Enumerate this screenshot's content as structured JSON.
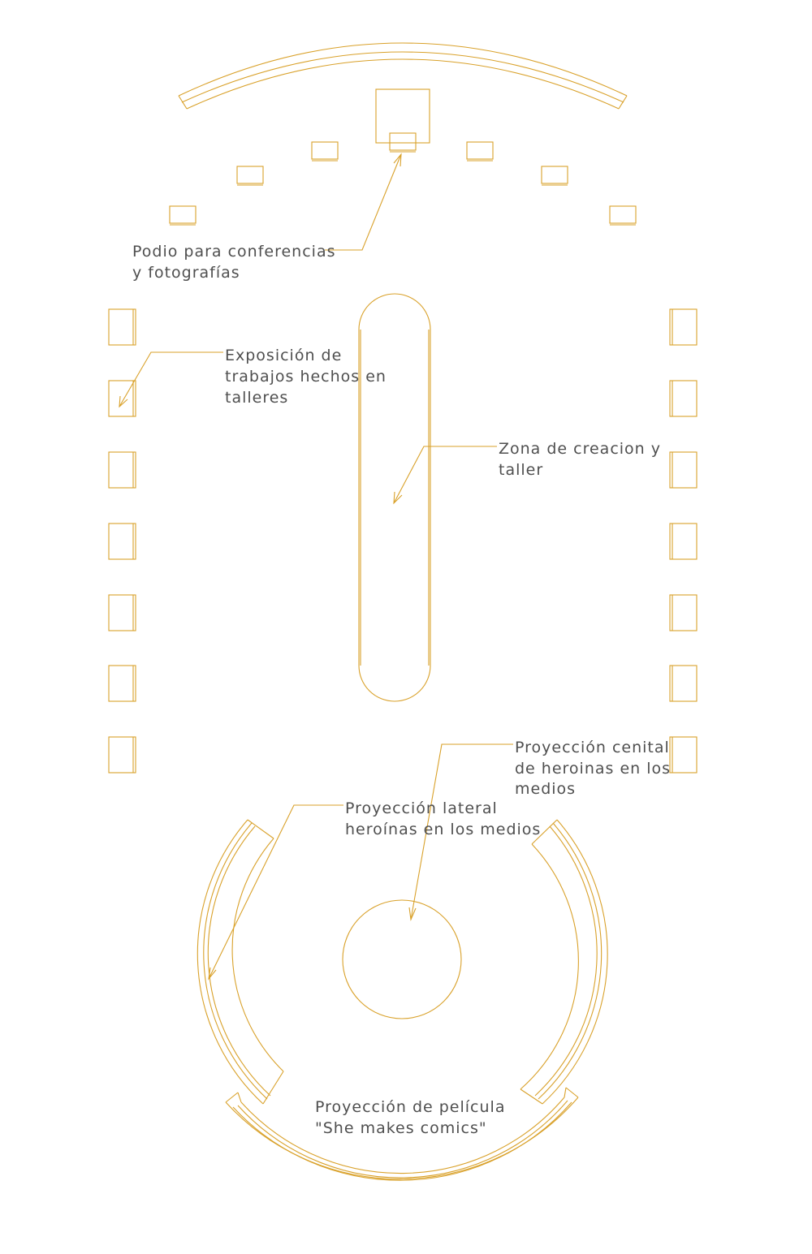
{
  "labels": {
    "podium_line1": "Podio para conferencias",
    "podium_line2": "y fotografías",
    "exhibit_line1": "Exposición de",
    "exhibit_line2": "trabajos hechos en",
    "exhibit_line3": "talleres",
    "creation_line1": "Zona de creacion y",
    "creation_line2": "taller",
    "zenith_line1": "Proyección cenital",
    "zenith_line2": "de heroinas en los",
    "zenith_line3": "medios",
    "lateral_line1": "Proyección lateral",
    "lateral_line2": "heroínas en los medios",
    "film_line1": "Proyección de película",
    "film_line2": "\"She makes comics\""
  },
  "colors": {
    "line": "#d9a12a",
    "text": "#4f4f4f",
    "background": "#ffffff"
  }
}
